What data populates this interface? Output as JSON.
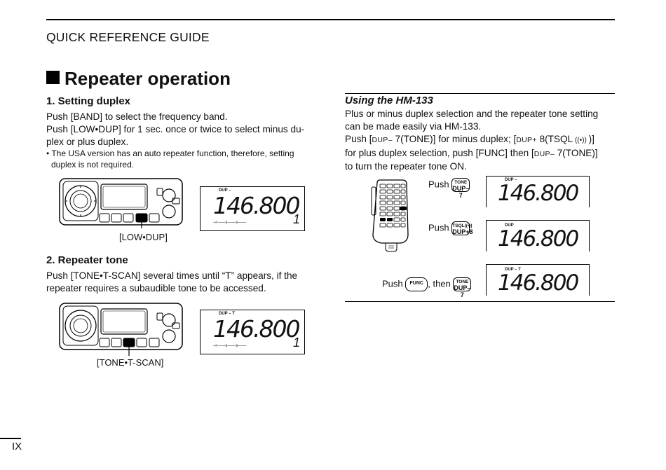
{
  "header": {
    "title": "QUICK REFERENCE GUIDE"
  },
  "section": {
    "title": "Repeater operation"
  },
  "duplex": {
    "heading": "1. Setting duplex",
    "line1": "Push [BAND] to select the frequency band.",
    "line2": "Push [LOW•DUP] for 1 sec. once or twice to select minus du-",
    "line3": "plex or plus duplex.",
    "note1": "• The USA version has an auto repeater function, therefore, setting",
    "note2": "duplex is not required.",
    "key_caption": "[LOW•DUP]",
    "lcd": {
      "indicator": "DUP –",
      "frequency": "146.800",
      "channel": "1",
      "meter": "–r——s——s——"
    }
  },
  "tone": {
    "heading": "2. Repeater tone",
    "line1": "Push [TONE•T-SCAN] several times until “T” appears, if the",
    "line2": "repeater requires a subaudible tone to be accessed.",
    "key_caption": "[TONE•T-SCAN]",
    "lcd": {
      "indicator": "DUP – T",
      "frequency": "146.800",
      "channel": "1",
      "meter": "–r——s——s——"
    }
  },
  "hm133": {
    "heading": "Using the HM-133",
    "line1": "Plus or minus duplex selection and the repeater tone setting",
    "line2": "can be made easily via HM-133.",
    "line3_a": "Push [",
    "line3_dupminus": "DUP–",
    "line3_b": " 7(TONE)] for minus duplex; [",
    "line3_dupplus": "DUP+",
    "line3_c": " 8(TSQL",
    "line3_d": ")]",
    "line4_a": "for plus duplex selection, push [FUNC] then [",
    "line4_dupminus": "DUP–",
    "line4_b": " 7(TONE)]",
    "line5": "to turn the repeater tone ON.",
    "step1": {
      "push": "Push",
      "key_top": "TONE",
      "key_bottom": "DUP–7",
      "indicator": "DUP –",
      "frequency": "146.800"
    },
    "step2": {
      "push": "Push",
      "key_top": "TSQL((•))",
      "key_bottom": "DUP+8",
      "indicator": "DUP",
      "frequency": "146.800"
    },
    "step3": {
      "push": "Push",
      "func": "FUNC",
      "then": ", then",
      "key_top": "TONE",
      "key_bottom": "DUP–7",
      "indicator": "DUP – T",
      "frequency": "146.800"
    }
  },
  "page": {
    "number": "IX"
  }
}
